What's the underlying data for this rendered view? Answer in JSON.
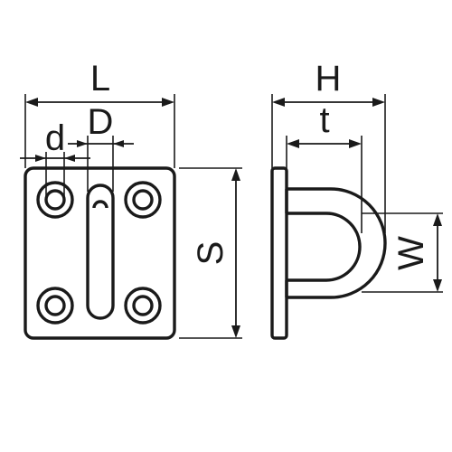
{
  "labels": {
    "L": "L",
    "D": "D",
    "d": "d",
    "S": "S",
    "H": "H",
    "t": "t",
    "W": "W"
  },
  "colors": {
    "line": "#1a1a1a",
    "background": "#ffffff"
  }
}
